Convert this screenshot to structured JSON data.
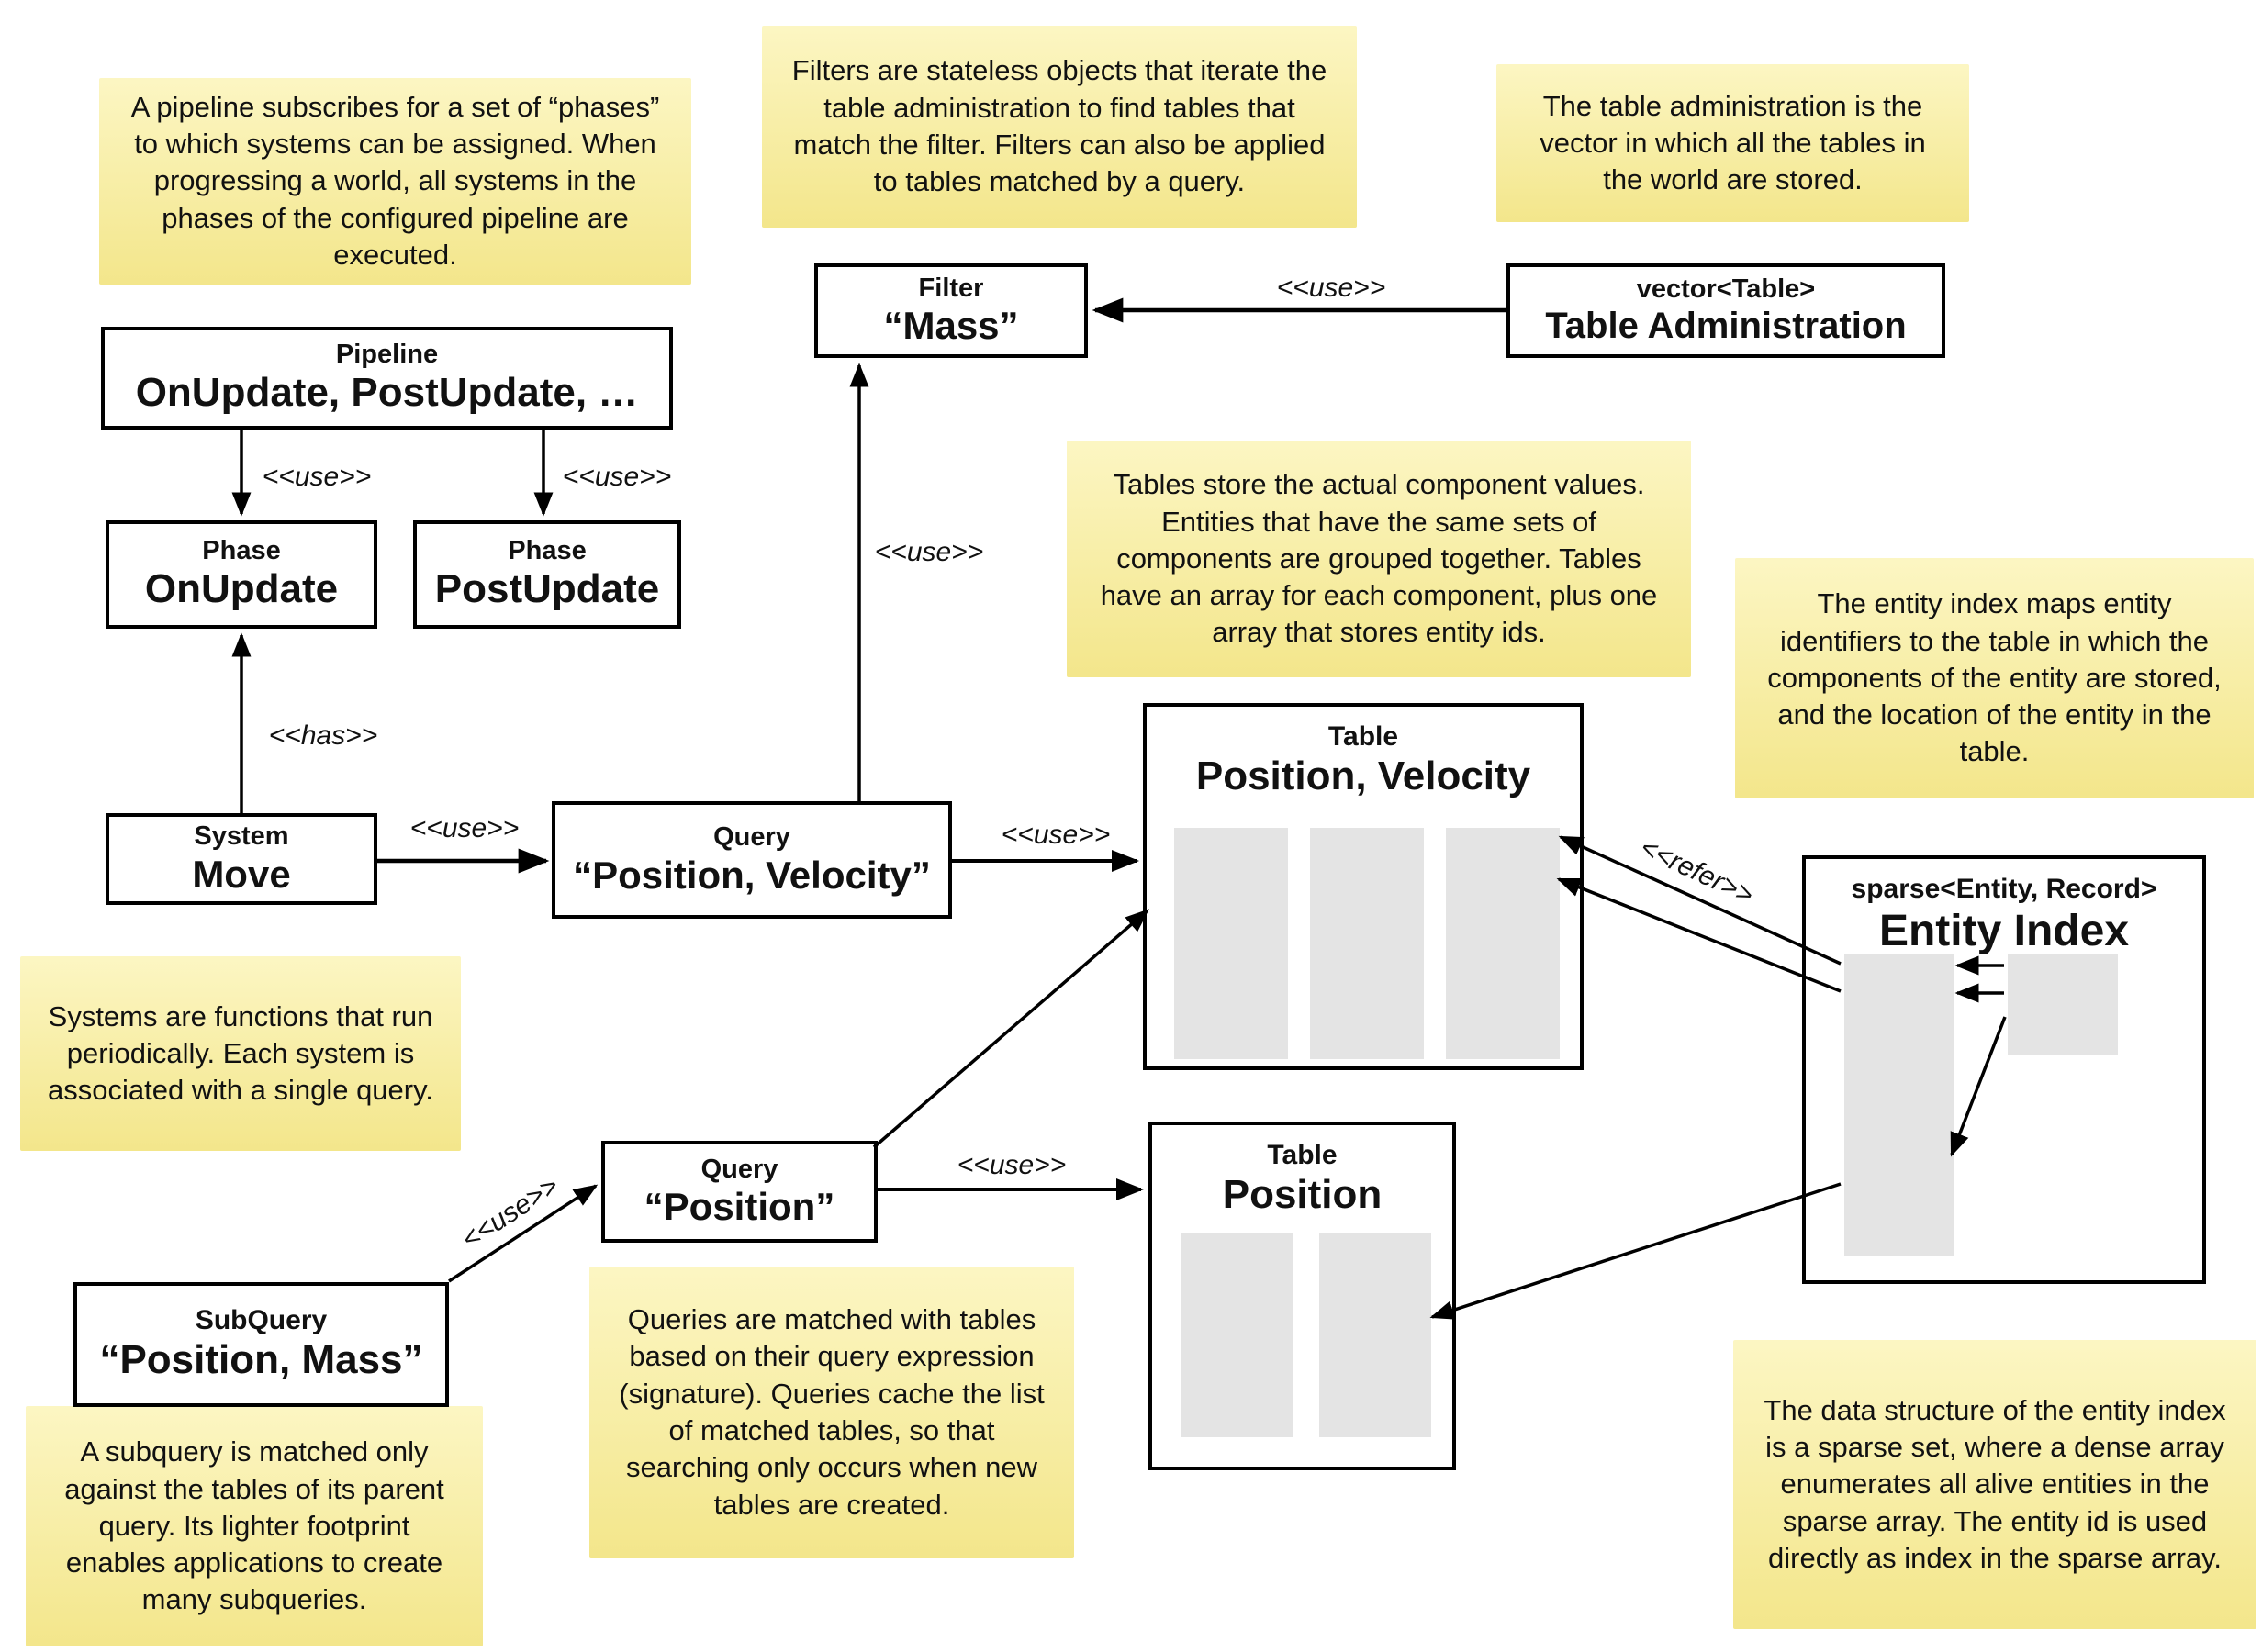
{
  "edge_labels": {
    "use": "<<use>>",
    "has": "<<has>>",
    "refer": "<<refer>>"
  },
  "notes": {
    "pipeline": "A pipeline subscribes for a set of “phases” to which systems can be assigned. When progressing a world, all systems in the phases of the configured pipeline are executed.",
    "filters": "Filters are stateless objects that iterate the table administration to find tables that match the filter. Filters can also be applied to tables matched by a query.",
    "table_admin": "The table administration is the vector in which all the tables in the world are stored.",
    "tables": "Tables store the actual component values. Entities that have the same sets of components are grouped together. Tables have an array for each component, plus one array that stores entity ids.",
    "entity_index": "The entity index maps entity identifiers to the table in which the components of the entity are stored, and the location of the entity in the table.",
    "systems": "Systems are functions that run periodically. Each system is associated with a single query.",
    "queries": "Queries are matched with tables based on their query expression (signature). Queries cache the list of matched tables, so that searching only occurs when new tables are created.",
    "subquery": "A subquery is matched only against the tables of its parent query. Its lighter footprint enables applications to create many subqueries.",
    "sparse_set": "The data structure of the entity index is a sparse set, where a dense array enumerates all alive entities in the sparse array. The entity id is used directly as index in the sparse array."
  },
  "boxes": {
    "pipeline": {
      "stereotype": "Pipeline",
      "label": "OnUpdate, PostUpdate, …"
    },
    "phase_onupdate": {
      "stereotype": "Phase",
      "label": "OnUpdate"
    },
    "phase_postupdate": {
      "stereotype": "Phase",
      "label": "PostUpdate"
    },
    "filter": {
      "stereotype": "Filter",
      "label": "“Mass”"
    },
    "table_admin": {
      "stereotype": "vector<Table>",
      "label": "Table Administration"
    },
    "system": {
      "stereotype": "System",
      "label": "Move"
    },
    "query_pv": {
      "stereotype": "Query",
      "label": "“Position, Velocity”"
    },
    "table_pv": {
      "stereotype": "Table",
      "label": "Position, Velocity"
    },
    "query_p": {
      "stereotype": "Query",
      "label": "“Position”"
    },
    "table_p": {
      "stereotype": "Table",
      "label": "Position"
    },
    "subquery": {
      "stereotype": "SubQuery",
      "label": "“Position, Mass”"
    },
    "entity_index": {
      "stereotype": "sparse<Entity, Record>",
      "label": "Entity Index"
    }
  },
  "colors": {
    "note_top": "#FCF6C3",
    "note_bottom": "#F3E68B",
    "box_border": "#000000",
    "fill_gray": "#E4E4E4",
    "ink": "#111111"
  }
}
